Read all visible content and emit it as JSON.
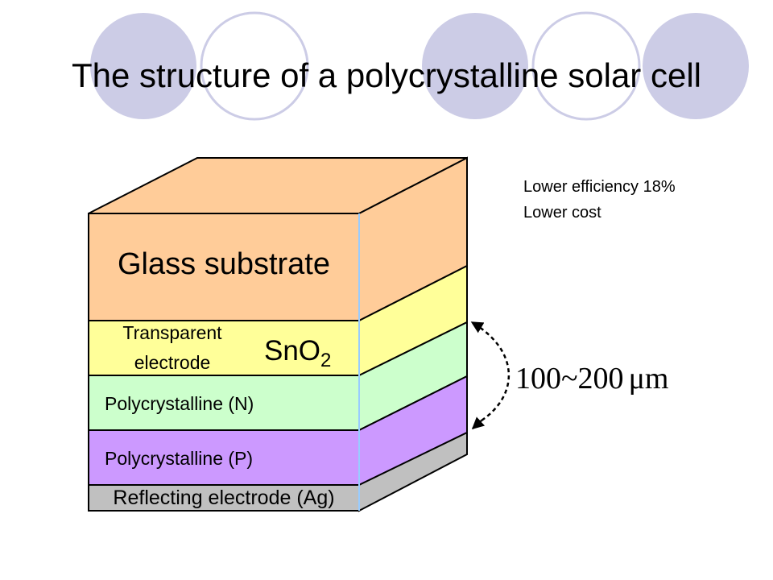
{
  "slide": {
    "title": "The structure of a polycrystalline solar cell"
  },
  "colors": {
    "glass": "#FFCC99",
    "transparent": "#FFFF99",
    "poly_n": "#CCFFCC",
    "poly_p": "#CC99FF",
    "reflect": "#C0C0C0",
    "decor_fill": "#CCCCE6",
    "decor_stroke": "#CCCCE6",
    "edge": "#000000",
    "seam": "#99CCFF"
  },
  "layers": {
    "glass": {
      "label": "Glass substrate"
    },
    "transparent": {
      "label_line1": "Transparent",
      "label_line2": "electrode",
      "formula_base": "SnO",
      "formula_sub": "2"
    },
    "poly_n": {
      "label": "Polycrystalline (N)"
    },
    "poly_p": {
      "label": "Polycrystalline (P)"
    },
    "reflect": {
      "label": "Reflecting electrode (Ag)"
    }
  },
  "notes": {
    "efficiency": "Lower efficiency 18%",
    "cost": "Lower cost"
  },
  "thickness": {
    "value": "100~200",
    "unit": "μm"
  }
}
